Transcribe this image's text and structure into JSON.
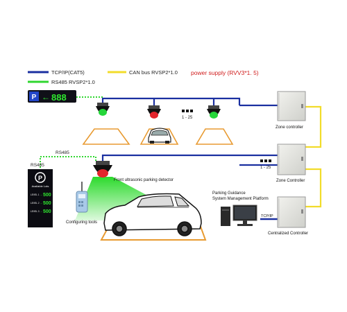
{
  "legend": {
    "tcp": "TCP/IP(CAT5)",
    "can": "CAN bus RVSP2*1.0",
    "rs485": "RS485 RVSP2*1.0",
    "power": "power supply (RVV3*1. 5)"
  },
  "top_sign": {
    "value": "888"
  },
  "range_top": "1 - 25",
  "range_mid": "1 - 25",
  "rs485_label_top": "RS485",
  "rs485_label_left": "RS485",
  "zone_controller_1": "Zone controller",
  "zone_controller_2": "Zone Controller",
  "centralized_controller": "Centralized Controller",
  "detector_label": "Front ultrasonic parking detector",
  "config_label": "Configuring tools",
  "platform_label": "Parking Guidance System Management Platform",
  "tcp_link_label": "TCP/IP",
  "lot_sign": {
    "title": "Available Lots",
    "rows": [
      {
        "label": "LEVEL 1",
        "value": "500"
      },
      {
        "label": "LEVEL 2",
        "value": "500"
      },
      {
        "label": "LEVEL 3",
        "value": "500"
      }
    ]
  },
  "colors": {
    "tcp": "#1a2fa0",
    "can": "#f2dc2a",
    "rs485": "#2fd62f",
    "power": "#e02020"
  }
}
